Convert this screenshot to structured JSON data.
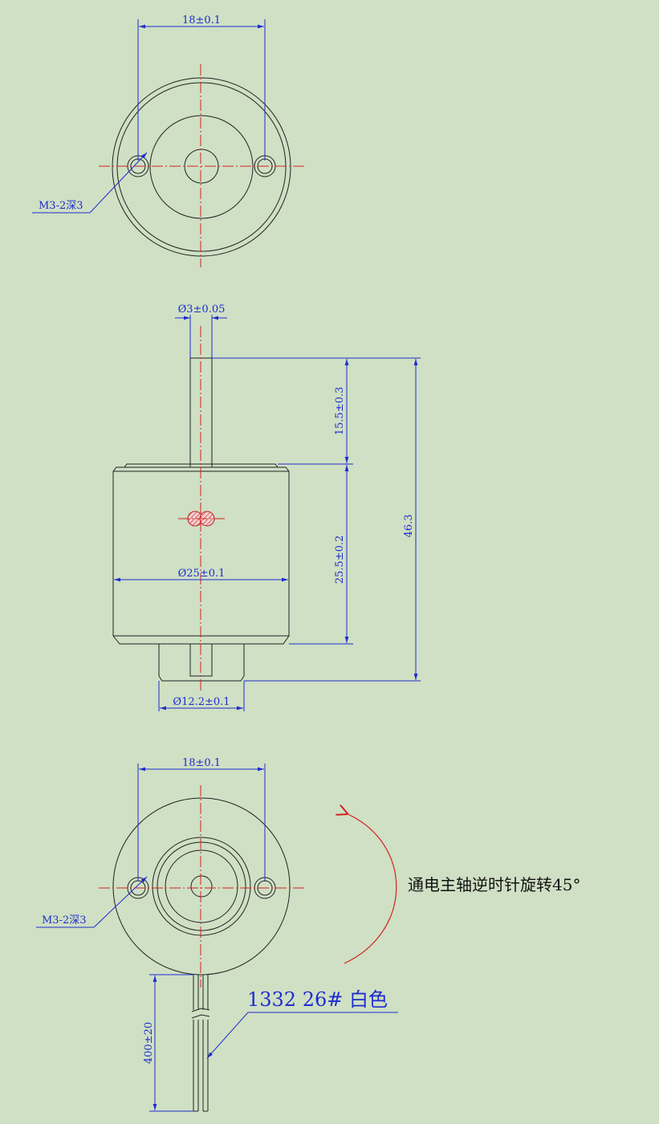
{
  "colors": {
    "background": "#cfe0c4",
    "outline": "#222222",
    "dimension": "#1f2cd0",
    "centerline": "#d42020",
    "arrow": "#d42020"
  },
  "top_view": {
    "hole_spacing": "18±0.1",
    "hole_callout": "M3-2深3"
  },
  "side_view": {
    "shaft_diameter": "Ø3±0.05",
    "shaft_length": "15.5±0.3",
    "body_length": "25.5±0.2",
    "total_length": "46.3",
    "body_diameter": "Ø25±0.1",
    "boss_diameter": "Ø12.2±0.1"
  },
  "bottom_view": {
    "hole_spacing": "18±0.1",
    "hole_callout": "M3-2深3",
    "rotation_note": "通电主轴逆时针旋转45°",
    "lead_length": "400±20",
    "wire_spec": "1332 26# 白色"
  }
}
